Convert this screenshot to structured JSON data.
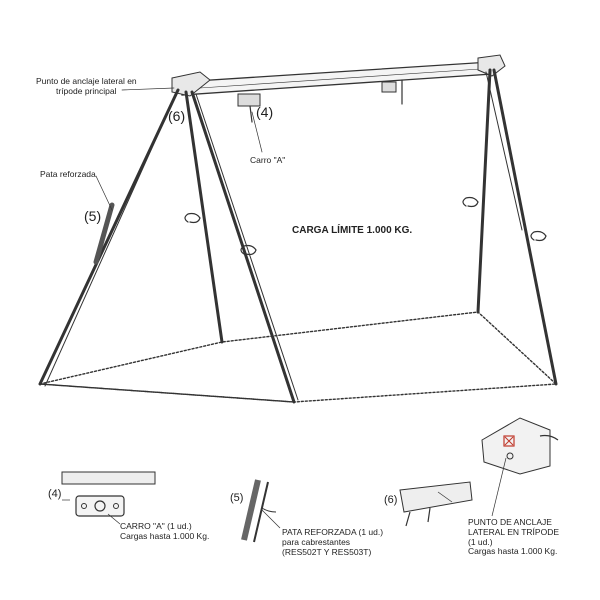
{
  "main": {
    "anchor_top_label": [
      "Punto de anclaje lateral en",
      "trípode principal"
    ],
    "marker_6_top": "(6)",
    "marker_4_top": "(4)",
    "carro_a_label": "Carro \"A\"",
    "pata_label": "Pata reforzada",
    "marker_5_left": "(5)",
    "carga_limite": "CARGA LÍMITE 1.000 KG."
  },
  "details": {
    "carro": {
      "marker": "(4)",
      "lines": [
        "CARRO \"A\" (1 ud.)",
        "Cargas hasta 1.000 Kg."
      ]
    },
    "pata": {
      "marker": "(5)",
      "lines": [
        "PATA REFORZADA (1 ud.)",
        "para cabrestantes",
        "(RES502T Y RES503T)"
      ]
    },
    "anclaje": {
      "marker": "(6)",
      "lines": [
        "PUNTO DE ANCLAJE",
        "LATERAL EN TRÍPODE",
        "(1 ud.)",
        "Cargas hasta 1.000 Kg."
      ]
    }
  }
}
